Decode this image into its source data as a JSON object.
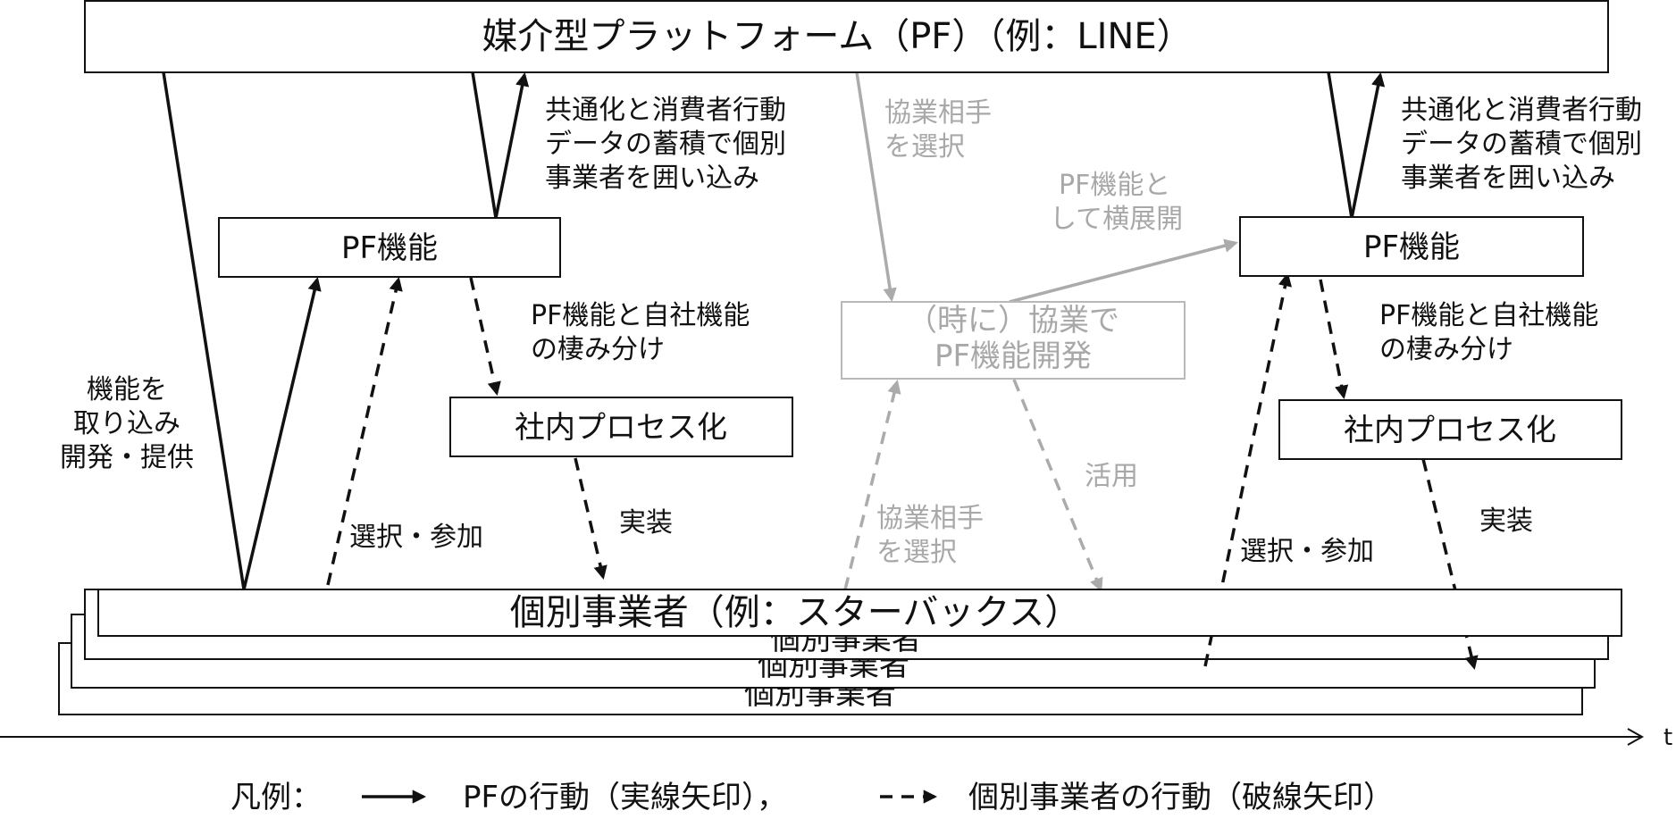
{
  "pf_box": "媒介型プラットフォーム（PF）（例：LINE）",
  "pf_function_left": "PF機能",
  "pf_function_right": "PF機能",
  "process_left": "社内プロセス化",
  "process_right": "社内プロセス化",
  "collab_box": [
    "（時に）協業で",
    "PF機能開発"
  ],
  "business_front": "個別事業者（例：スターバックス）",
  "business_stack": [
    "個別事業者",
    "個別事業者",
    "個別事業者"
  ],
  "label_enclose_left": [
    "共通化と消費者行動",
    "データの蓄積で個別",
    "事業者を囲い込み"
  ],
  "label_enclose_right": [
    "共通化と消費者行動",
    "データの蓄積で個別",
    "事業者を囲い込み"
  ],
  "label_adopt": [
    "機能を",
    "取り込み",
    "開発・提供"
  ],
  "label_divide_left": [
    "PF機能と自社機能",
    "の棲み分け"
  ],
  "label_divide_right": [
    "PF機能と自社機能",
    "の棲み分け"
  ],
  "label_select_left": "選択・参加",
  "label_select_right": "選択・参加",
  "label_implement_left": "実装",
  "label_implement_right": "実装",
  "label_partner_top": [
    "協業相手",
    "を選択"
  ],
  "label_partner_bottom": [
    "協業相手",
    "を選択"
  ],
  "label_expand": [
    "PF機能と",
    "して横展開"
  ],
  "label_use": "活用",
  "axis_label": "t",
  "legend": {
    "prefix": "凡例：",
    "solid": "PFの行動（実線矢印），",
    "dashed": "個別事業者の行動（破線矢印）"
  },
  "colors": {
    "main": "#111111",
    "muted": "#ababab"
  }
}
